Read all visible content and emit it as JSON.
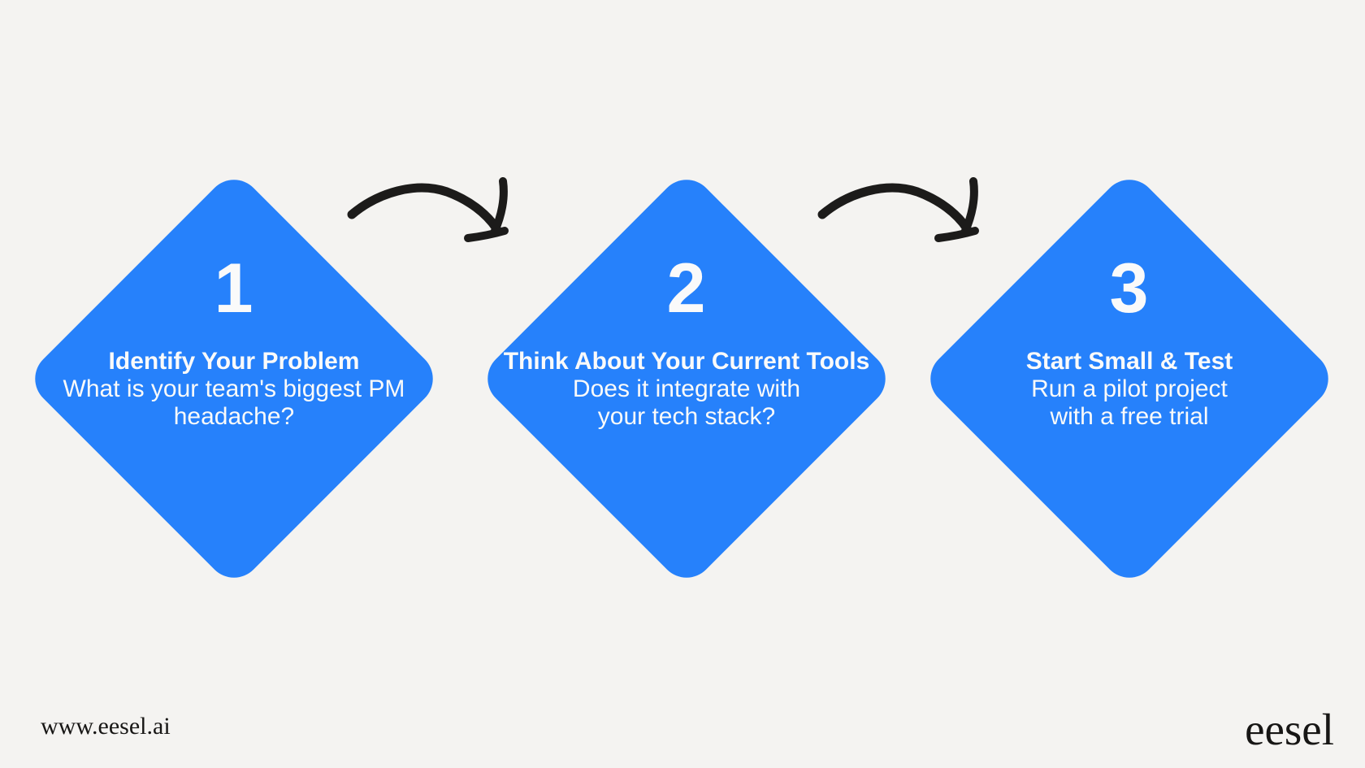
{
  "infographic": {
    "type": "three-step-process-flow",
    "colors": {
      "background": "#f4f3f1",
      "diamond_blue": "#2681fb",
      "text_white": "#fafafa",
      "arrow_black": "#1c1b1a",
      "footer_text": "#171615"
    },
    "steps": [
      {
        "number": "1",
        "title": "Identify Your Problem",
        "subtitle_line1": "What is your team's biggest PM",
        "subtitle_line2": "headache?"
      },
      {
        "number": "2",
        "title": "Think About Your Current Tools",
        "subtitle_line1": "Does it integrate with",
        "subtitle_line2": "your tech stack?"
      },
      {
        "number": "3",
        "title": "Start Small & Test",
        "subtitle_line1": "Run a pilot project",
        "subtitle_line2": "with a free trial"
      }
    ],
    "icons": {
      "connector_1": "hand-drawn-curved-arrow-right-icon",
      "connector_2": "hand-drawn-curved-arrow-right-icon"
    },
    "footer": {
      "website_url": "www.eesel.ai",
      "logo_text": "eesel"
    }
  }
}
